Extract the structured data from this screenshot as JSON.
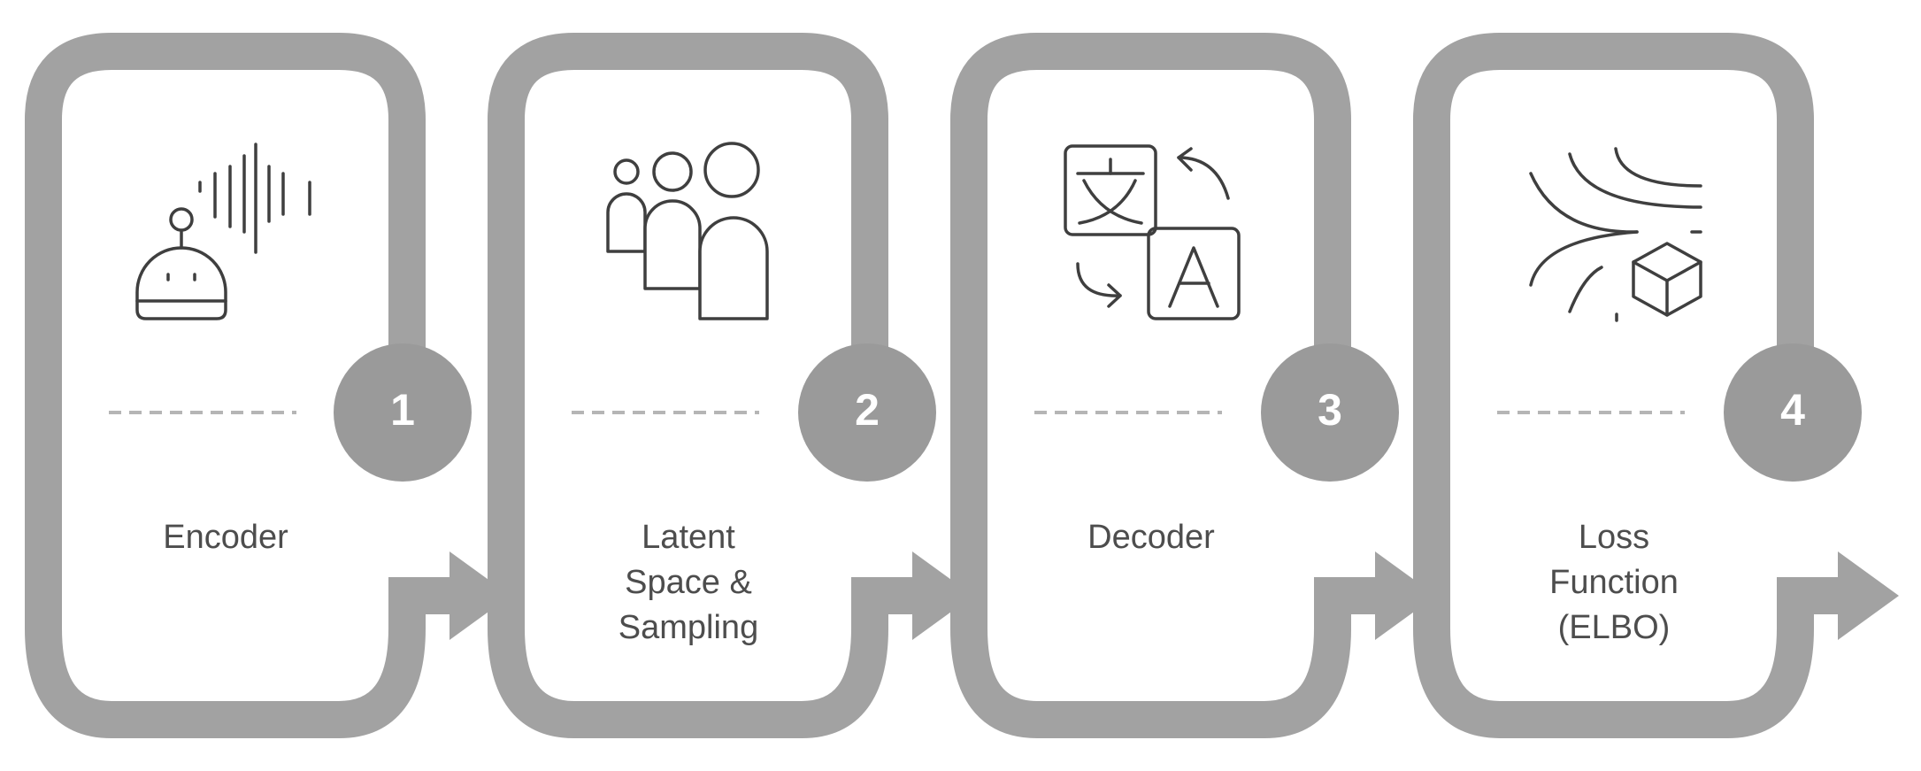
{
  "steps": [
    {
      "number": "1",
      "label": "Encoder",
      "icon": "robot-sound-wave-icon"
    },
    {
      "number": "2",
      "label": "Latent\nSpace &\nSampling",
      "icon": "people-group-icon"
    },
    {
      "number": "3",
      "label": "Decoder",
      "icon": "translate-icon"
    },
    {
      "number": "4",
      "label": "Loss\nFunction\n(ELBO)",
      "icon": "flow-lines-cube-icon"
    }
  ],
  "colors": {
    "frame": "#a2a2a2",
    "badge": "#9a9a9a",
    "icon_stroke": "#3f3f3f",
    "text": "#4d4d4d",
    "dash": "#b5b5b5"
  }
}
